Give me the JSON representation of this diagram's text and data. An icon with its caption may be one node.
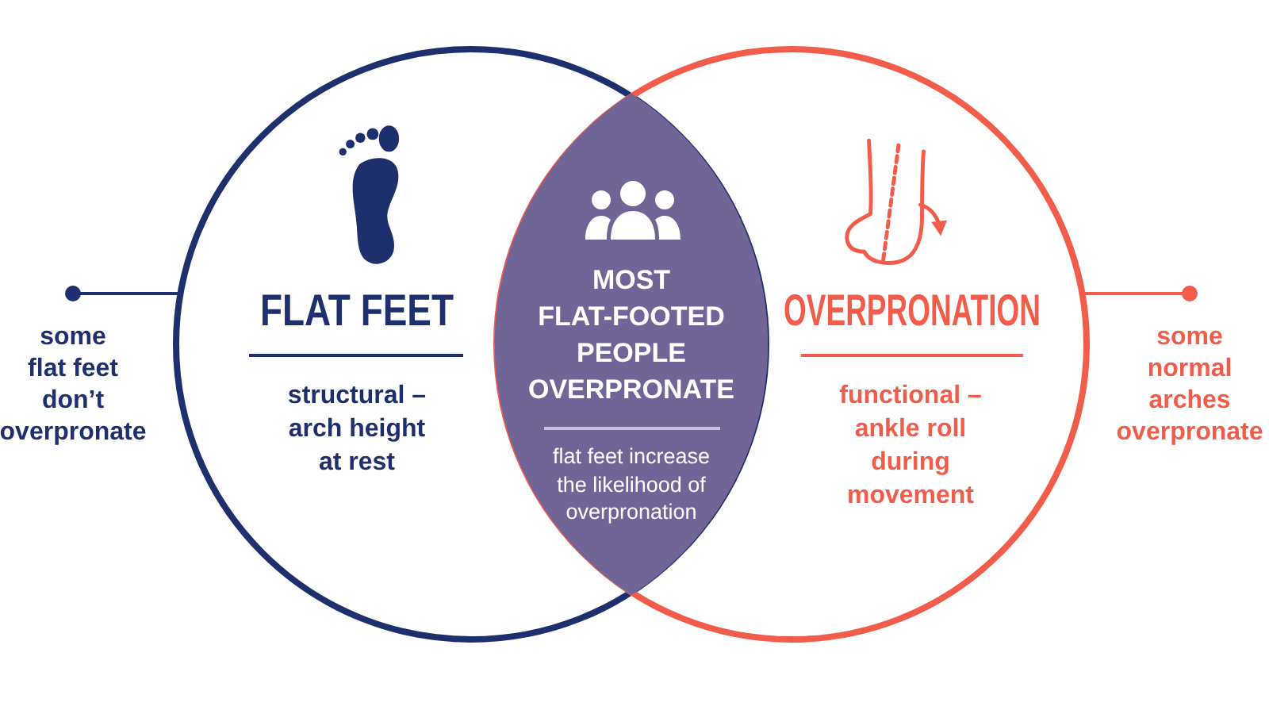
{
  "diagram": {
    "nodes": [
      {
        "text": [
          "FLAT FEET",
          "structural – arch height at rest"
        ]
      },
      {
        "text": [
          "OVERPRONATION",
          "functional – ankle roll during movement"
        ]
      },
      {
        "text": [
          "MOST FLAT-FOOTED PEOPLE OVERPRONATE",
          "flat feet increase the likelihood of overpronation"
        ]
      },
      {
        "text": [
          "some flat feet don’t overpronate"
        ]
      },
      {
        "text": [
          "some normal arches overpronate"
        ]
      }
    ],
    "edges": [
      {
        "from": 3,
        "to": 0,
        "arrow": "other",
        "color": "#1e2f6e"
      },
      {
        "from": 4,
        "to": 1,
        "arrow": "other",
        "color": "#f25c4a"
      }
    ]
  }
}
